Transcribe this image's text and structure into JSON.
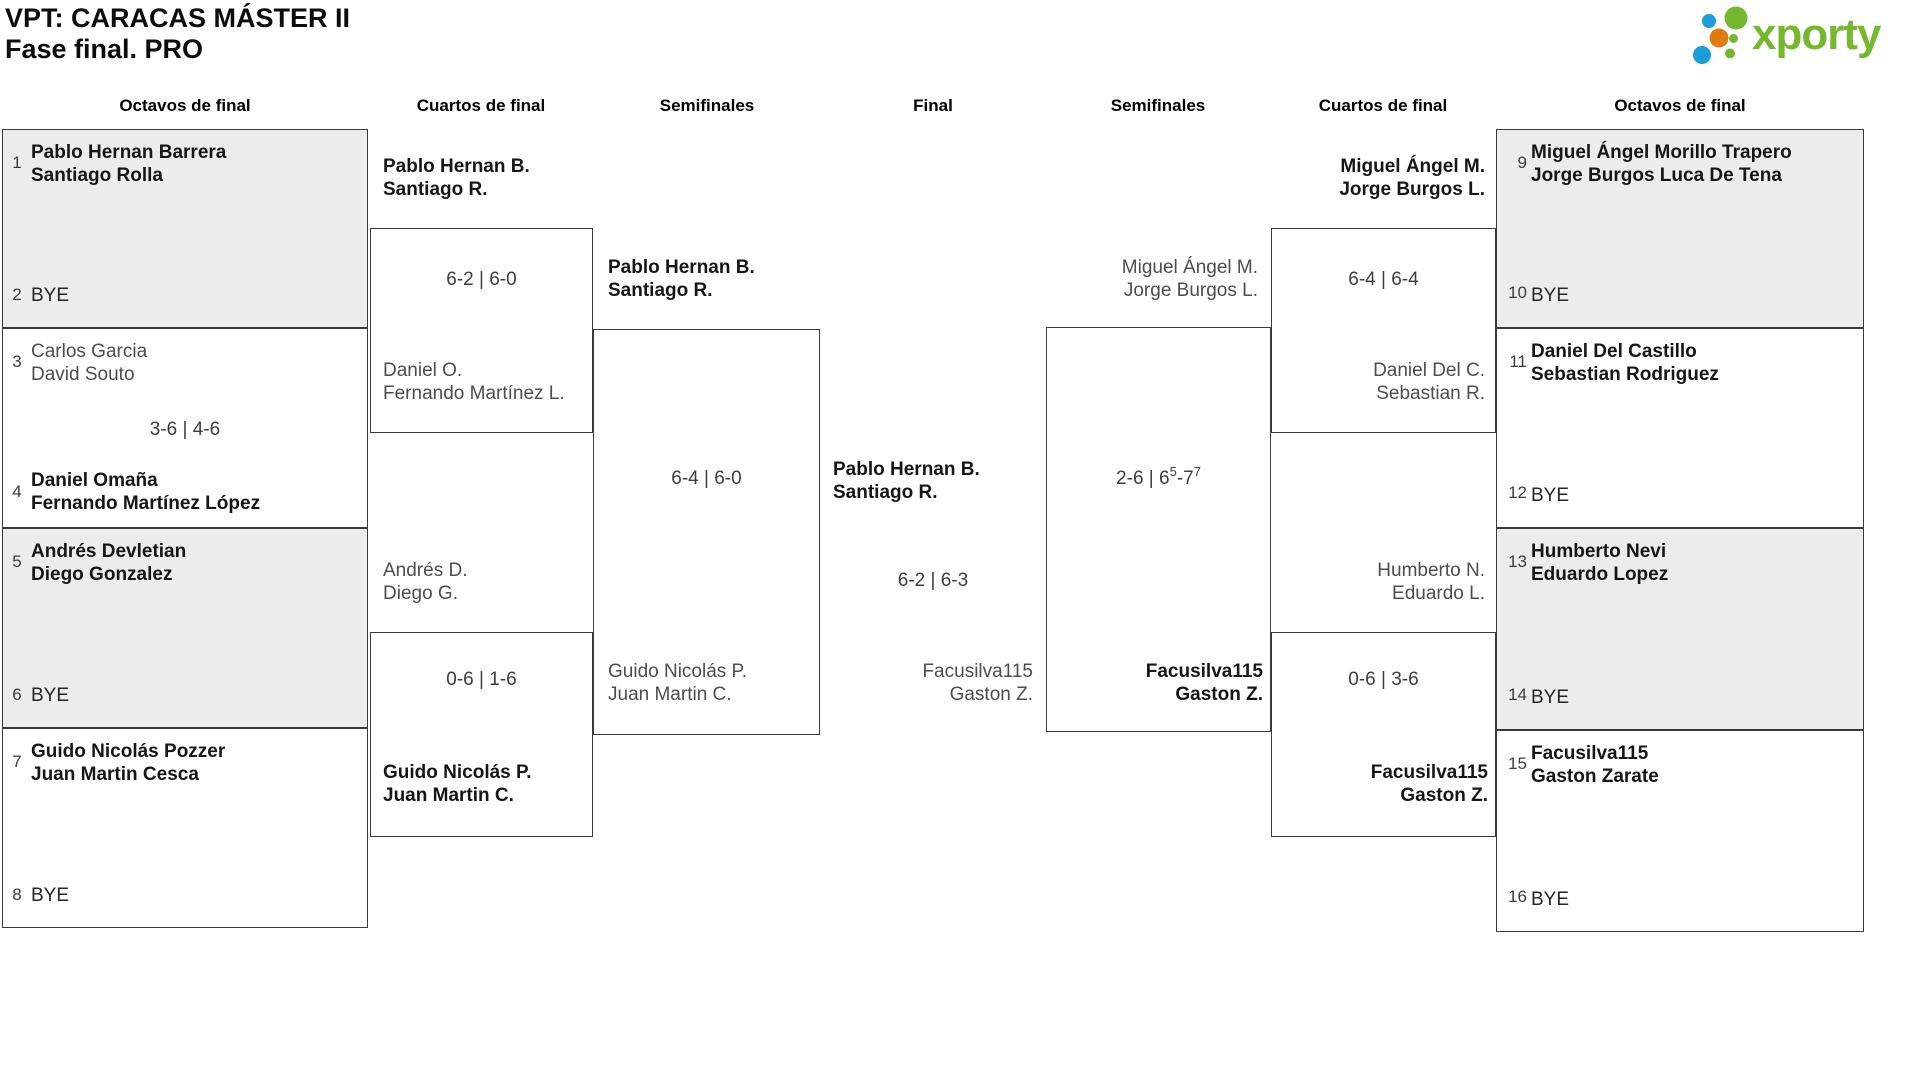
{
  "title": {
    "line1": "VPT: CARACAS MÁSTER II",
    "line2": "Fase final. PRO"
  },
  "logo": {
    "brand": "xporty",
    "colors": {
      "green": "#76b82d",
      "blue": "#1b9ed8",
      "orange": "#e07b12"
    }
  },
  "headers": {
    "oct_left": "Octavos de final",
    "qf_left": "Cuartos de final",
    "sf_left": "Semifinales",
    "final": "Final",
    "sf_right": "Semifinales",
    "qf_right": "Cuartos de final",
    "oct_right": "Octavos de final"
  },
  "oct_left": [
    {
      "seed_top": "1",
      "top1": "Pablo Hernan Barrera",
      "top2": "Santiago Rolla",
      "seed_bottom": "2",
      "bottom1": "BYE"
    },
    {
      "seed_top": "3",
      "top1": "Carlos Garcia",
      "top2": "David Souto",
      "score": "3-6 | 4-6",
      "seed_bottom": "4",
      "bottom1": "Daniel Omaña",
      "bottom2": "Fernando Martínez López"
    },
    {
      "seed_top": "5",
      "top1": "Andrés Devletian",
      "top2": "Diego Gonzalez",
      "seed_bottom": "6",
      "bottom1": "BYE"
    },
    {
      "seed_top": "7",
      "top1": "Guido Nicolás Pozzer",
      "top2": "Juan Martin Cesca",
      "seed_bottom": "8",
      "bottom1": "BYE"
    }
  ],
  "oct_right": [
    {
      "seed_top": "9",
      "top1": "Miguel Ángel Morillo Trapero",
      "top2": "Jorge Burgos Luca De Tena",
      "seed_bottom": "10",
      "bottom1": "BYE"
    },
    {
      "seed_top": "11",
      "top1": "Daniel Del Castillo",
      "top2": "Sebastian Rodriguez",
      "seed_bottom": "12",
      "bottom1": "BYE"
    },
    {
      "seed_top": "13",
      "top1": "Humberto Nevi",
      "top2": "Eduardo Lopez",
      "seed_bottom": "14",
      "bottom1": "BYE"
    },
    {
      "seed_top": "15",
      "top1": "Facusilva115",
      "top2": "Gaston Zarate",
      "seed_bottom": "16",
      "bottom1": "BYE"
    }
  ],
  "qf_left": [
    {
      "top1": "Pablo Hernan B.",
      "top2": "Santiago R.",
      "score": "6-2 | 6-0",
      "bottom1": "Daniel O.",
      "bottom2": "Fernando Martínez L."
    },
    {
      "top1": "Andrés D.",
      "top2": "Diego G.",
      "score": "0-6 | 1-6",
      "bottom1": "Guido Nicolás P.",
      "bottom2": "Juan Martin C."
    }
  ],
  "sf_left": {
    "top1": "Pablo Hernan B.",
    "top2": "Santiago R.",
    "score": "6-4 | 6-0",
    "bottom1": "Guido Nicolás P.",
    "bottom2": "Juan Martin C."
  },
  "final": {
    "top1": "Pablo Hernan B.",
    "top2": "Santiago R.",
    "score": "6-2 | 6-3",
    "bottom1": "Facusilva115",
    "bottom2": "Gaston Z."
  },
  "sf_right": {
    "top1": "Miguel Ángel M.",
    "top2": "Jorge Burgos L.",
    "score_parts": {
      "p1": "2-6 | 6",
      "s1": "5",
      "p2": "-7",
      "s2": "7"
    },
    "bottom1": "Facusilva115",
    "bottom2": "Gaston Z."
  },
  "qf_right": [
    {
      "top1": "Miguel Ángel M.",
      "top2": "Jorge Burgos L.",
      "score": "6-4 | 6-4",
      "bottom1": "Daniel Del C.",
      "bottom2": "Sebastian R."
    },
    {
      "top1": "Humberto N.",
      "top2": "Eduardo L.",
      "score": "0-6 | 3-6",
      "bottom1": "Facusilva115",
      "bottom2": "Gaston Z."
    }
  ]
}
